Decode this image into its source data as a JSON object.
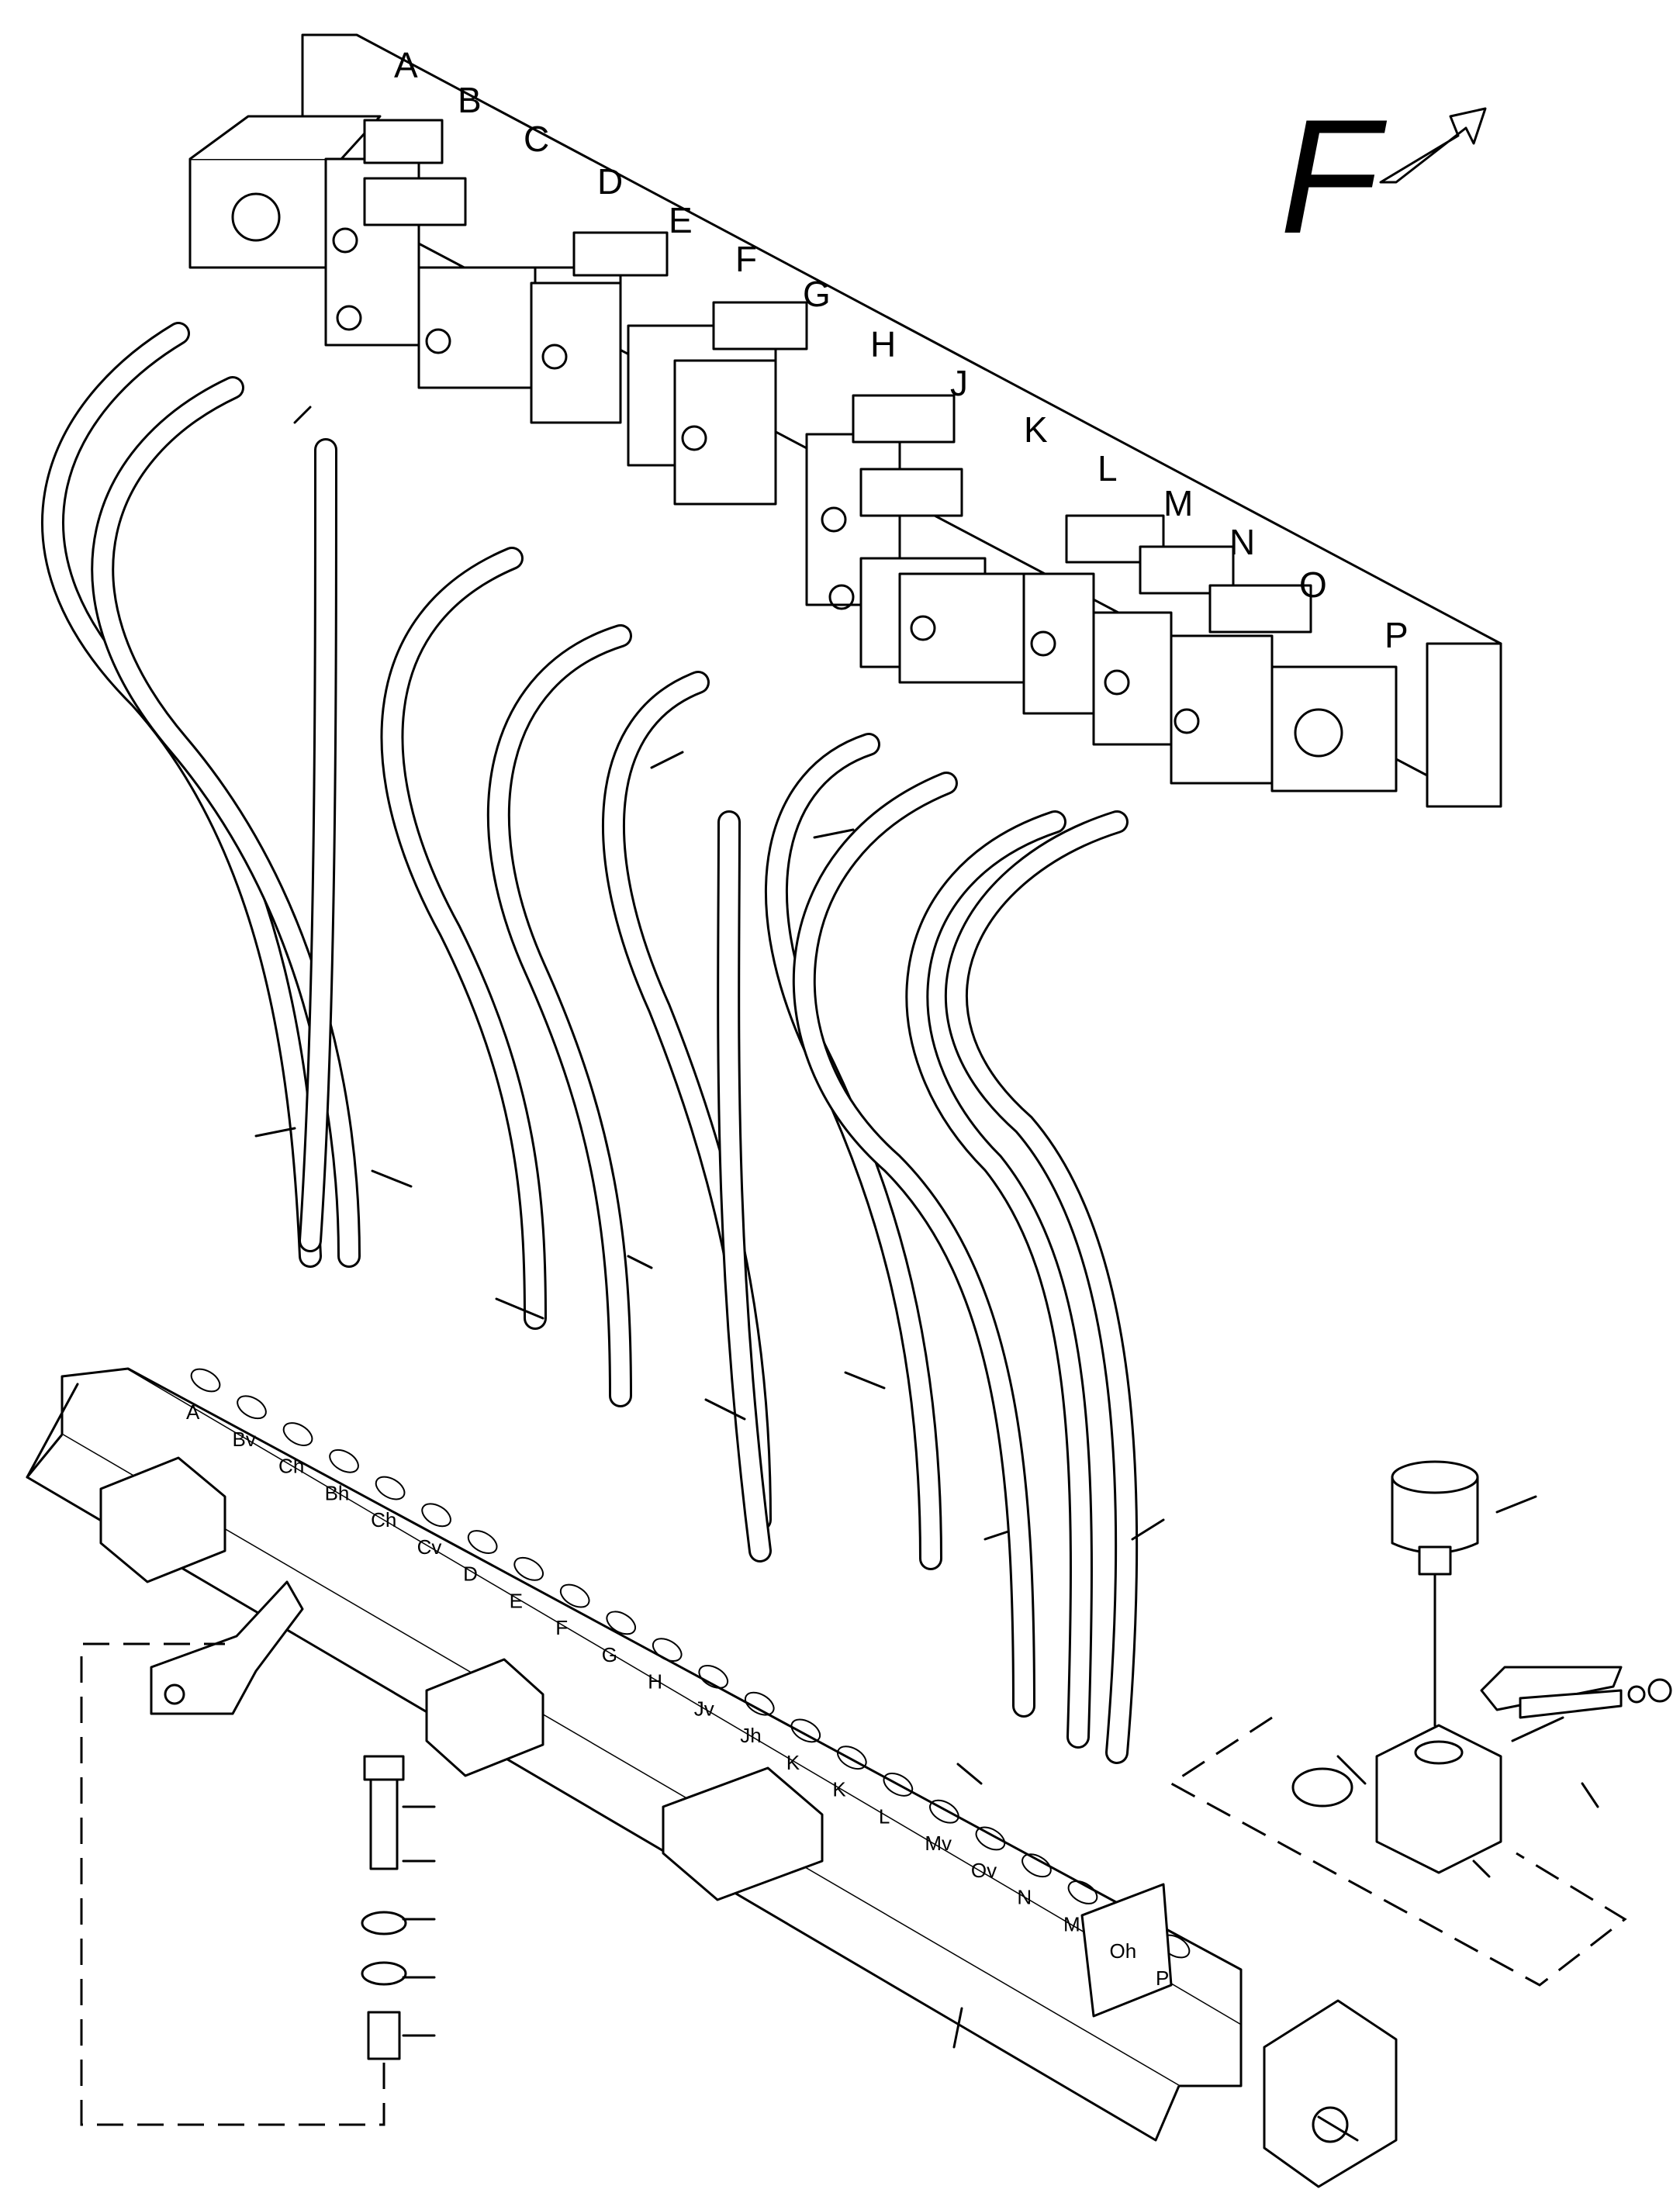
{
  "diagram": {
    "view_label": "F",
    "valve_labels": [
      "A",
      "B",
      "C",
      "D",
      "E",
      "F",
      "G",
      "H",
      "J",
      "K",
      "L",
      "M",
      "N",
      "O",
      "P"
    ],
    "port_labels": [
      "A",
      "Bv",
      "Ch",
      "Bh",
      "Ch",
      "Cv",
      "D",
      "E",
      "F",
      "G",
      "H",
      "Jv",
      "Jh",
      "K",
      "K",
      "L",
      "Mv",
      "Ov",
      "N",
      "M",
      "Oh",
      "P"
    ],
    "colors": {
      "line": "#000000",
      "background": "#ffffff"
    },
    "icons": [
      "direction-arrow-icon"
    ]
  }
}
